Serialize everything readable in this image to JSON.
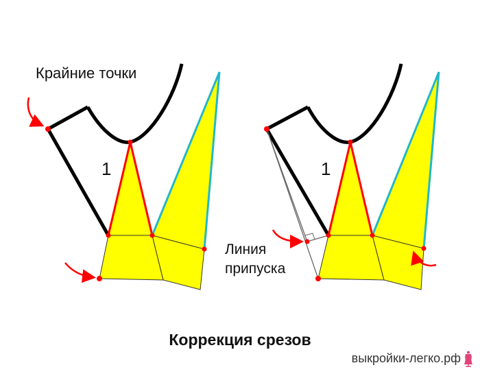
{
  "labels": {
    "extreme_points": "Крайние точки",
    "seam_line_1": "Линия",
    "seam_line_2": "припуска",
    "piece_number_left": "1",
    "piece_number_right": "1"
  },
  "caption": "Коррекция срезов",
  "site": "выкройки-легко.рф",
  "icons": {
    "site_logo": "dress-form-icon"
  },
  "colors": {
    "outline": "#000000",
    "dart": "#ff0000",
    "fold": "#22b7c9",
    "fill": "#ffff00",
    "point": "#ff0000",
    "allowance": "#666666",
    "logo": "#e0447a"
  }
}
